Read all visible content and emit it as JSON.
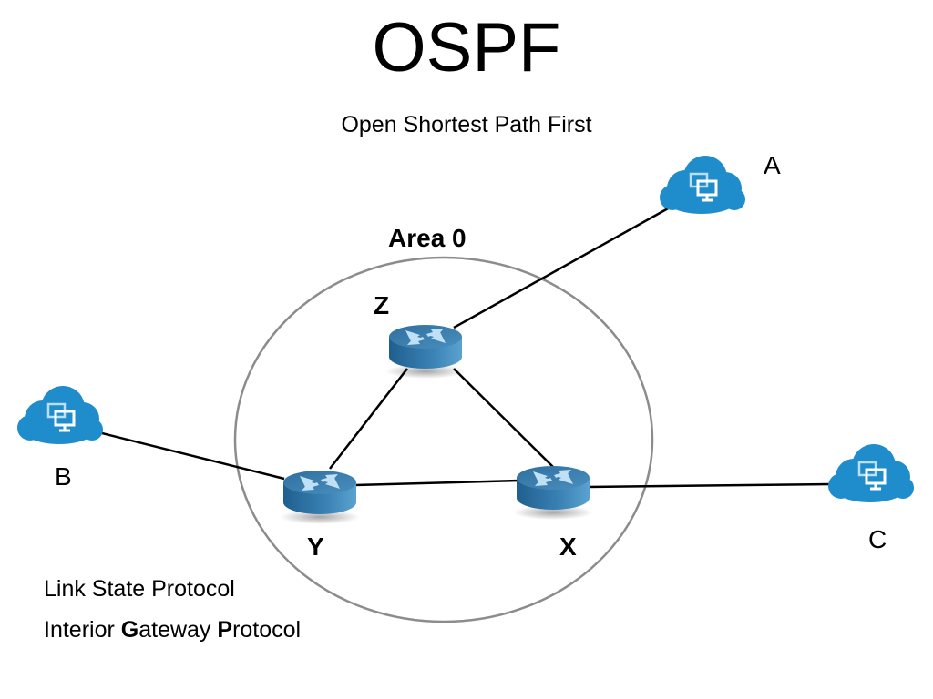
{
  "title": "OSPF",
  "subtitle": "Open Shortest Path First",
  "area": {
    "label": "Area 0"
  },
  "routers": [
    {
      "id": "Z",
      "label": "Z"
    },
    {
      "id": "Y",
      "label": "Y"
    },
    {
      "id": "X",
      "label": "X"
    }
  ],
  "networks": [
    {
      "id": "A",
      "label": "A",
      "icon": "cloud-network-icon"
    },
    {
      "id": "B",
      "label": "B",
      "icon": "cloud-network-icon"
    },
    {
      "id": "C",
      "label": "C",
      "icon": "cloud-network-icon"
    }
  ],
  "links": [
    {
      "from": "Z",
      "to": "A"
    },
    {
      "from": "Z",
      "to": "Y"
    },
    {
      "from": "Z",
      "to": "X"
    },
    {
      "from": "Y",
      "to": "X"
    },
    {
      "from": "Y",
      "to": "B"
    },
    {
      "from": "X",
      "to": "C"
    }
  ],
  "notes": [
    {
      "parts": [
        {
          "text": "Link State Protocol",
          "bold": false
        }
      ]
    },
    {
      "parts": [
        {
          "text": "I",
          "bold": false
        },
        {
          "text": "nterior ",
          "bold": false
        },
        {
          "text": "G",
          "bold": true
        },
        {
          "text": "ateway ",
          "bold": false
        },
        {
          "text": "P",
          "bold": true
        },
        {
          "text": "rotocol",
          "bold": false
        }
      ]
    }
  ],
  "colors": {
    "router_top": "#3a7fb0",
    "router_side": "#2a6a9a",
    "router_arrows": "#bfe0f5",
    "cloud": "#1f8ccc",
    "cloud_icon": "#ffffff",
    "area_ring": "#8c8c8c",
    "link": "#000000"
  }
}
